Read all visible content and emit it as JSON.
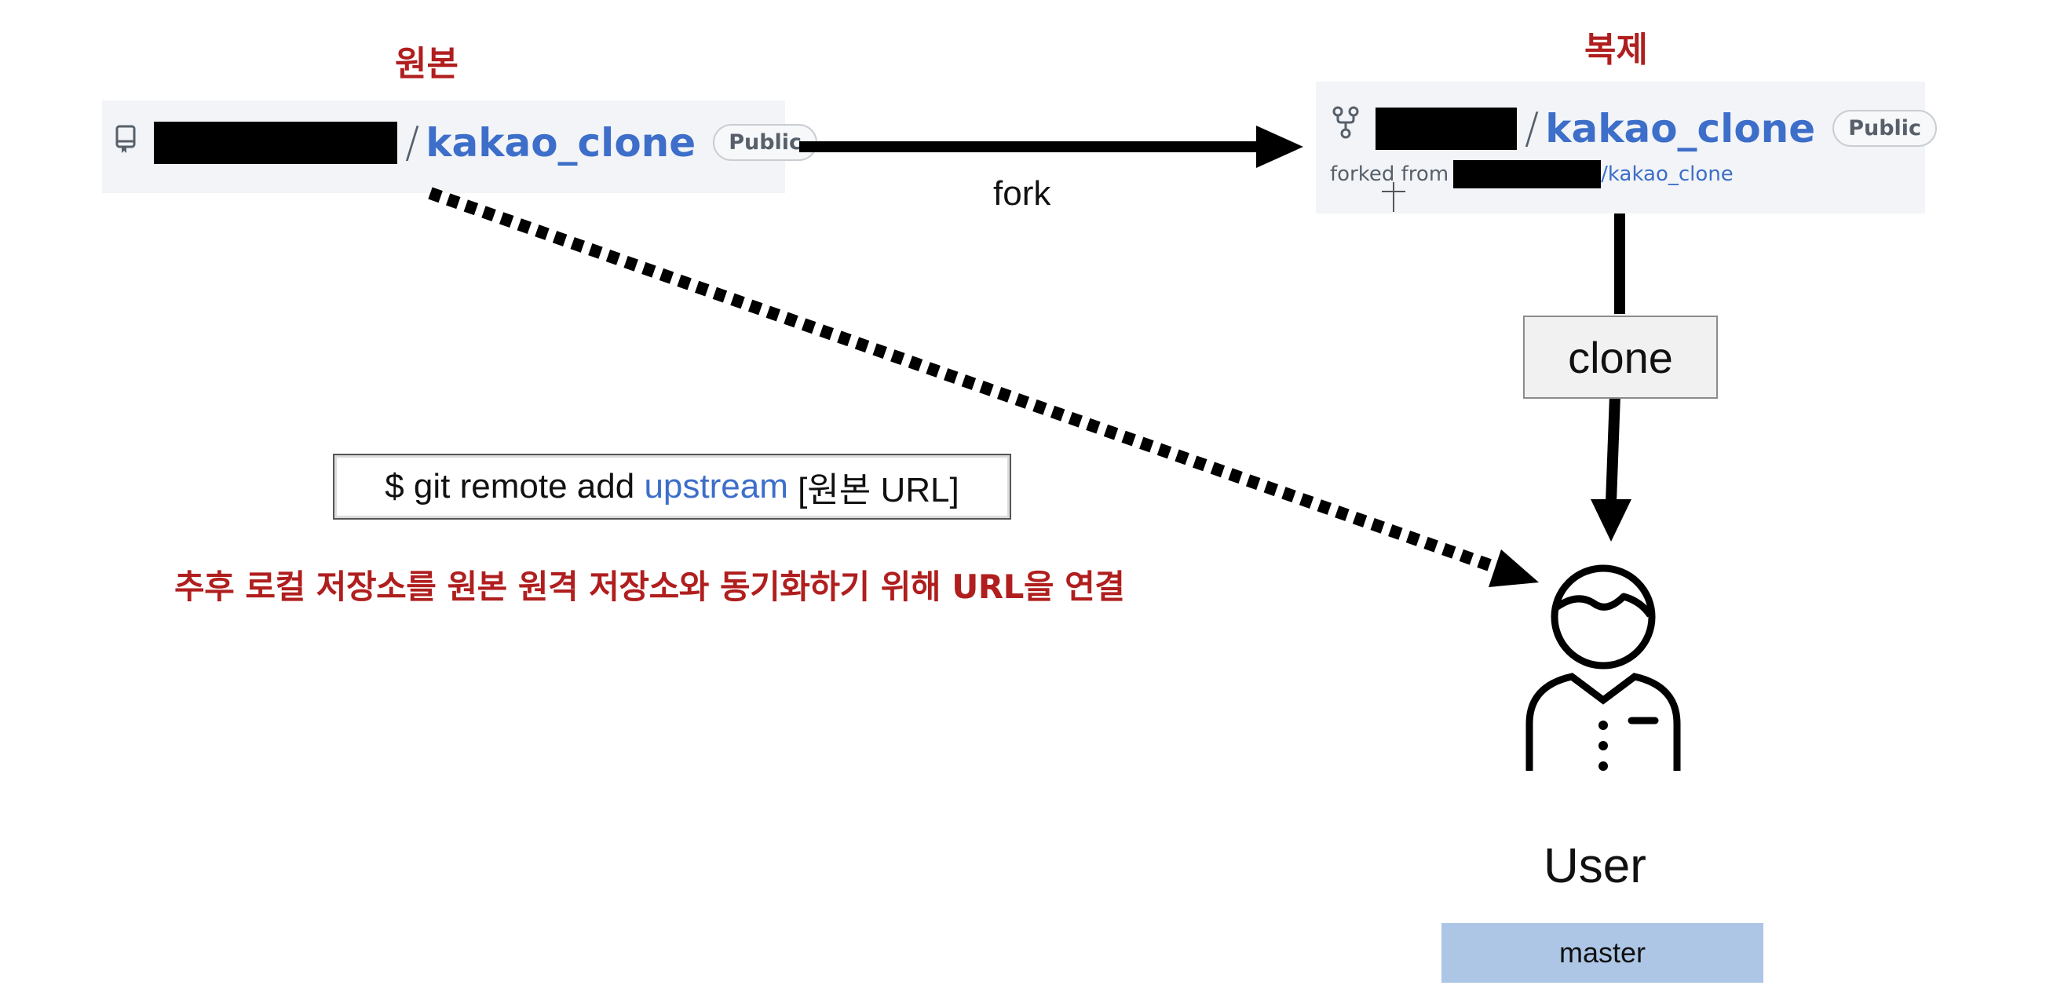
{
  "original": {
    "title": "원본",
    "repo_name": "kakao_clone",
    "slash": "/",
    "badge": "Public",
    "icon": "repo-icon"
  },
  "copy": {
    "title": "복제",
    "repo_name": "kakao_clone",
    "slash": "/",
    "badge": "Public",
    "icon": "fork-icon",
    "forked_from_prefix": "forked from",
    "forked_from_repo": "/kakao_clone"
  },
  "arrows": {
    "fork_label": "fork",
    "clone_label": "clone"
  },
  "command": {
    "prefix": "$ git remote add ",
    "keyword": "upstream",
    "suffix": " [원본 URL]"
  },
  "note": "추후 로컬 저장소를 원본 원격 저장소와 동기화하기 위해 URL을 연결",
  "user": {
    "label": "User",
    "branch": "master",
    "icon": "user-icon"
  },
  "colors": {
    "title_red": "#b01e1e",
    "link_blue": "#3d6ec9",
    "branch_bg": "#adc6e6",
    "card_bg": "#f2f4f7"
  }
}
